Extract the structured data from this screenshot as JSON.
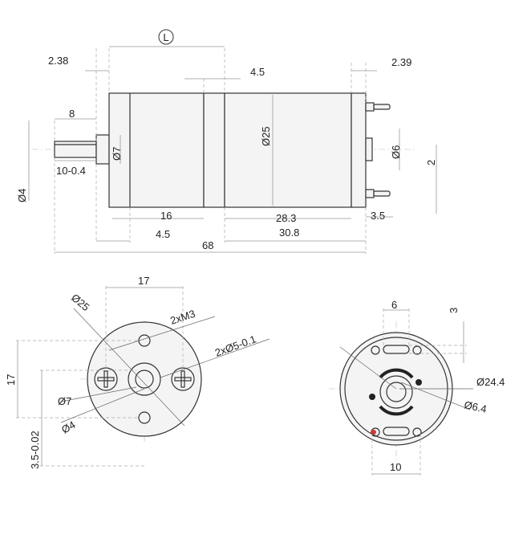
{
  "side_view": {
    "length_symbol": "L",
    "left_gap": "2.38",
    "right_gap": "2.39",
    "ring_width": "4.5",
    "shaft_flat": "8",
    "shaft_length": "10-0.4",
    "shaft_diameter": "Ø4",
    "boss_diameter": "Ø7",
    "body_diameter": "Ø25",
    "rear_boss_diameter": "Ø6",
    "terminal_spacing": "2",
    "terminal_length": "3.5",
    "gearbox_length": "16",
    "ring_width_bottom": "4.5",
    "motor_length": "28.3",
    "motor_total": "30.8",
    "total_length": "68"
  },
  "front_view": {
    "hole_spacing": "17",
    "body_diameter": "Ø25",
    "thread": "2xM3",
    "mount_holes": "2xØ5-0.1",
    "vertical_spacing": "17",
    "boss_diameter": "Ø7",
    "shaft_diameter": "Ø4",
    "flat_depth": "3.5-0.02"
  },
  "rear_view": {
    "slot_width": "6",
    "slot_offset": "3",
    "motor_diameter": "Ø24.4",
    "bearing_diameter": "Ø6.4",
    "lower_slot_width": "10"
  }
}
